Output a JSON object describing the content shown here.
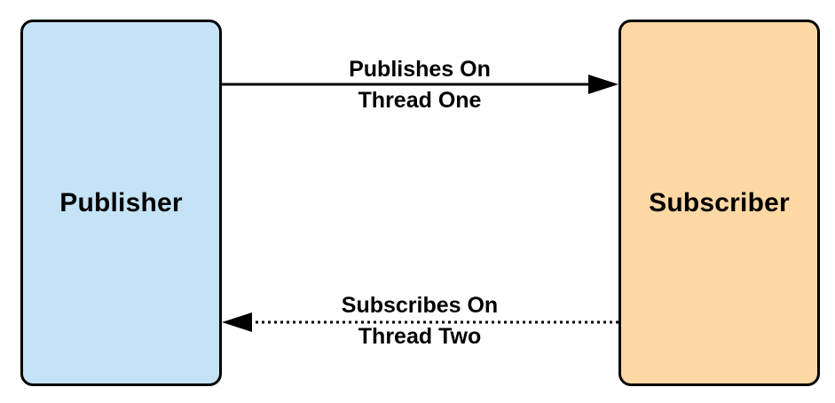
{
  "nodes": {
    "publisher": {
      "label": "Publisher",
      "color": "#c5e3f6"
    },
    "subscriber": {
      "label": "Subscriber",
      "color": "#fdd8a5"
    }
  },
  "edges": {
    "publish": {
      "line1": "Publishes On",
      "line2": "Thread One",
      "style": "solid"
    },
    "subscribe": {
      "line1": "Subscribes On",
      "line2": "Thread Two",
      "style": "dotted"
    }
  }
}
